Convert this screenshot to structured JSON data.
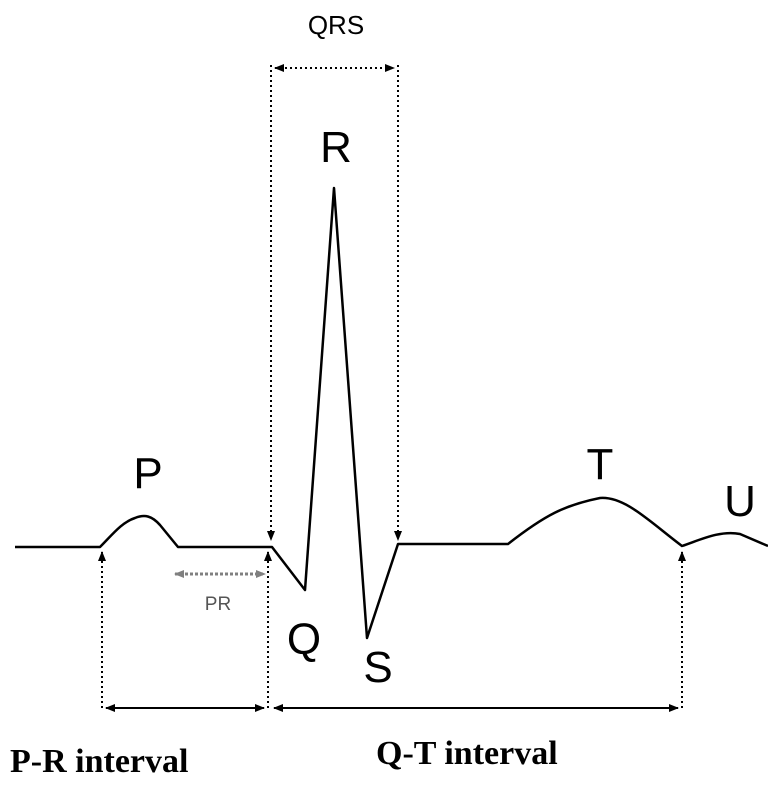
{
  "labels": {
    "qrs": "QRS",
    "r": "R",
    "p": "P",
    "t": "T",
    "u": "U",
    "q": "Q",
    "s": "S",
    "pr": "PR",
    "pr_interval": "P-R interval",
    "qt_interval": "Q-T interval"
  },
  "colors": {
    "trace": "#000000",
    "guide": "#000000",
    "pr_arrow": "#808080"
  }
}
